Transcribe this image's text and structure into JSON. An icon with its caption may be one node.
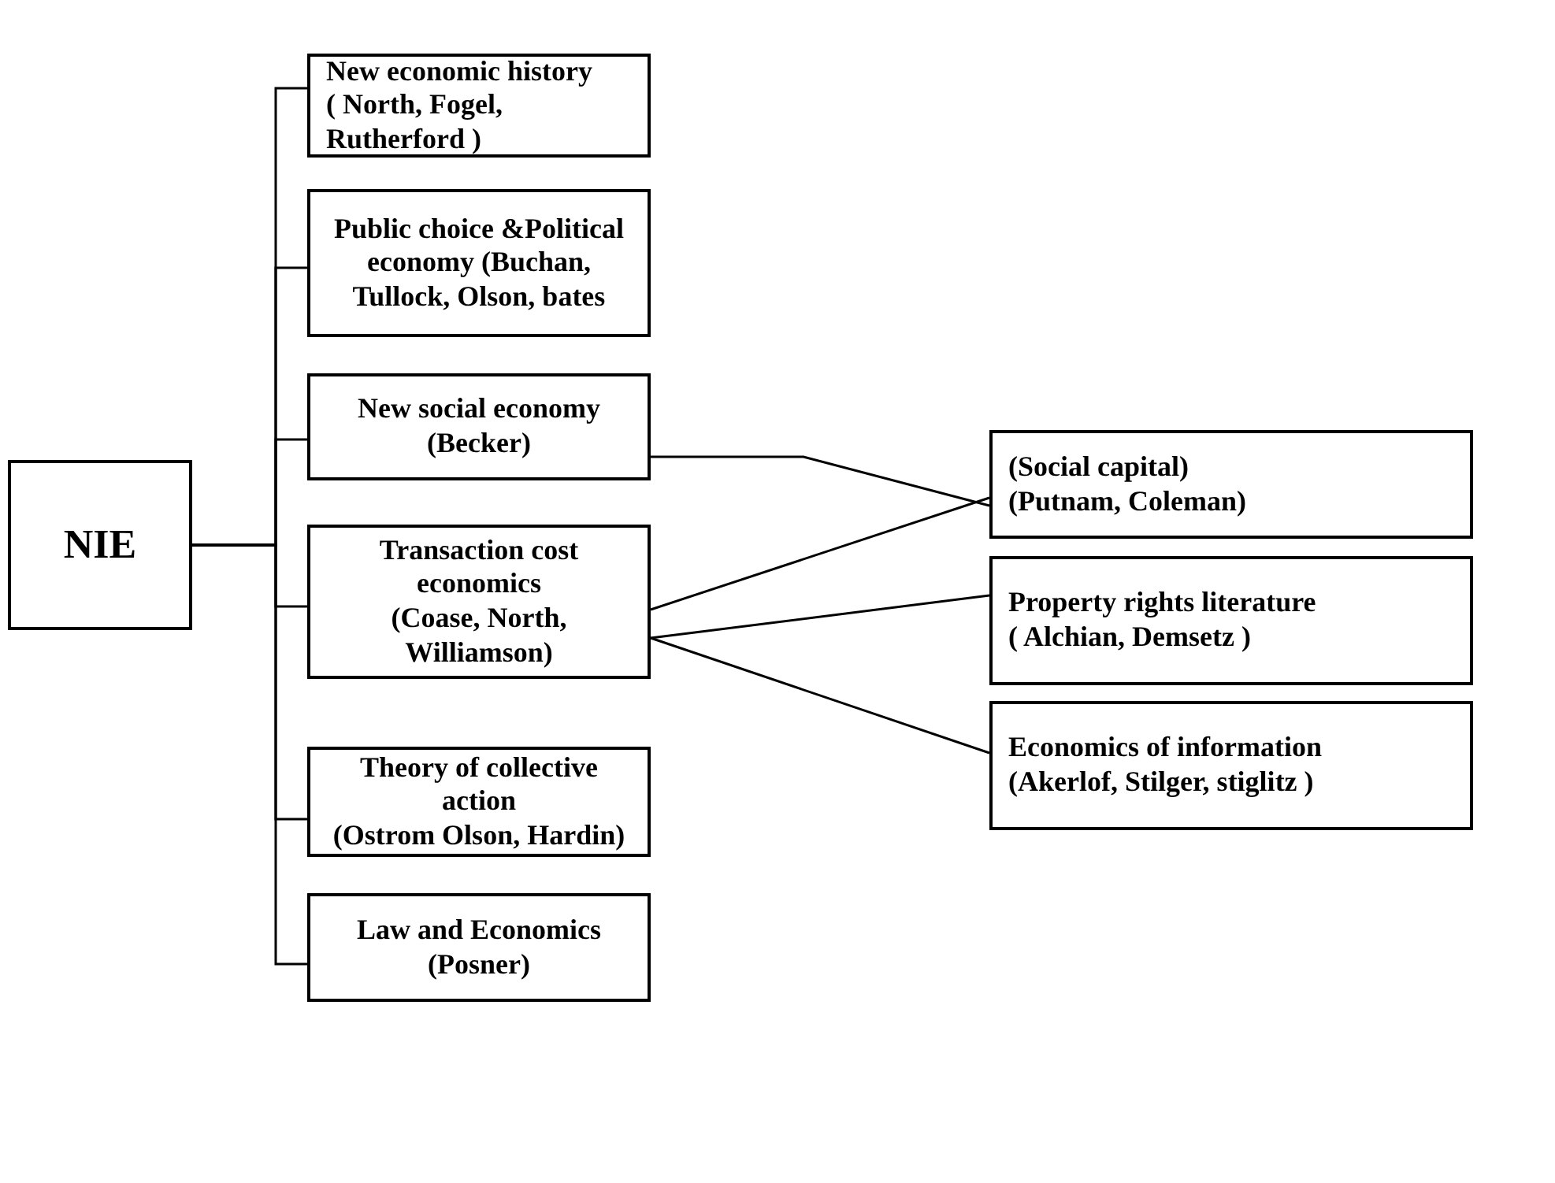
{
  "diagram": {
    "nodes": [
      {
        "text": [
          "NIE"
        ]
      },
      {
        "text": [
          "New economic history",
          "( North, Fogel, Rutherford )"
        ]
      },
      {
        "text": [
          "Public choice &Political economy (Buchan, Tullock, Olson, bates"
        ]
      },
      {
        "text": [
          "New social economy",
          "(Becker)"
        ]
      },
      {
        "text": [
          "Transaction cost economics",
          "(Coase, North, Williamson)"
        ]
      },
      {
        "text": [
          "Theory of collective action",
          "(Ostrom Olson, Hardin)"
        ]
      },
      {
        "text": [
          "Law and Economics",
          "(Posner)"
        ]
      },
      {
        "text": [
          "(Social capital)",
          "(Putnam, Coleman)"
        ]
      },
      {
        "text": [
          "Property rights literature",
          "( Alchian, Demsetz )"
        ]
      },
      {
        "text": [
          "Economics of information",
          "(Akerlof, Stilger, stiglitz )"
        ]
      }
    ],
    "edges": [
      {
        "from": 0,
        "to": 1,
        "arrow": "none"
      },
      {
        "from": 0,
        "to": 2,
        "arrow": "none"
      },
      {
        "from": 0,
        "to": 3,
        "arrow": "none"
      },
      {
        "from": 0,
        "to": 4,
        "arrow": "none"
      },
      {
        "from": 0,
        "to": 5,
        "arrow": "none"
      },
      {
        "from": 0,
        "to": 6,
        "arrow": "none"
      },
      {
        "from": 3,
        "to": 7,
        "arrow": "none"
      },
      {
        "from": 4,
        "to": 7,
        "arrow": "none"
      },
      {
        "from": 4,
        "to": 8,
        "arrow": "none"
      },
      {
        "from": 4,
        "to": 9,
        "arrow": "none"
      }
    ]
  }
}
